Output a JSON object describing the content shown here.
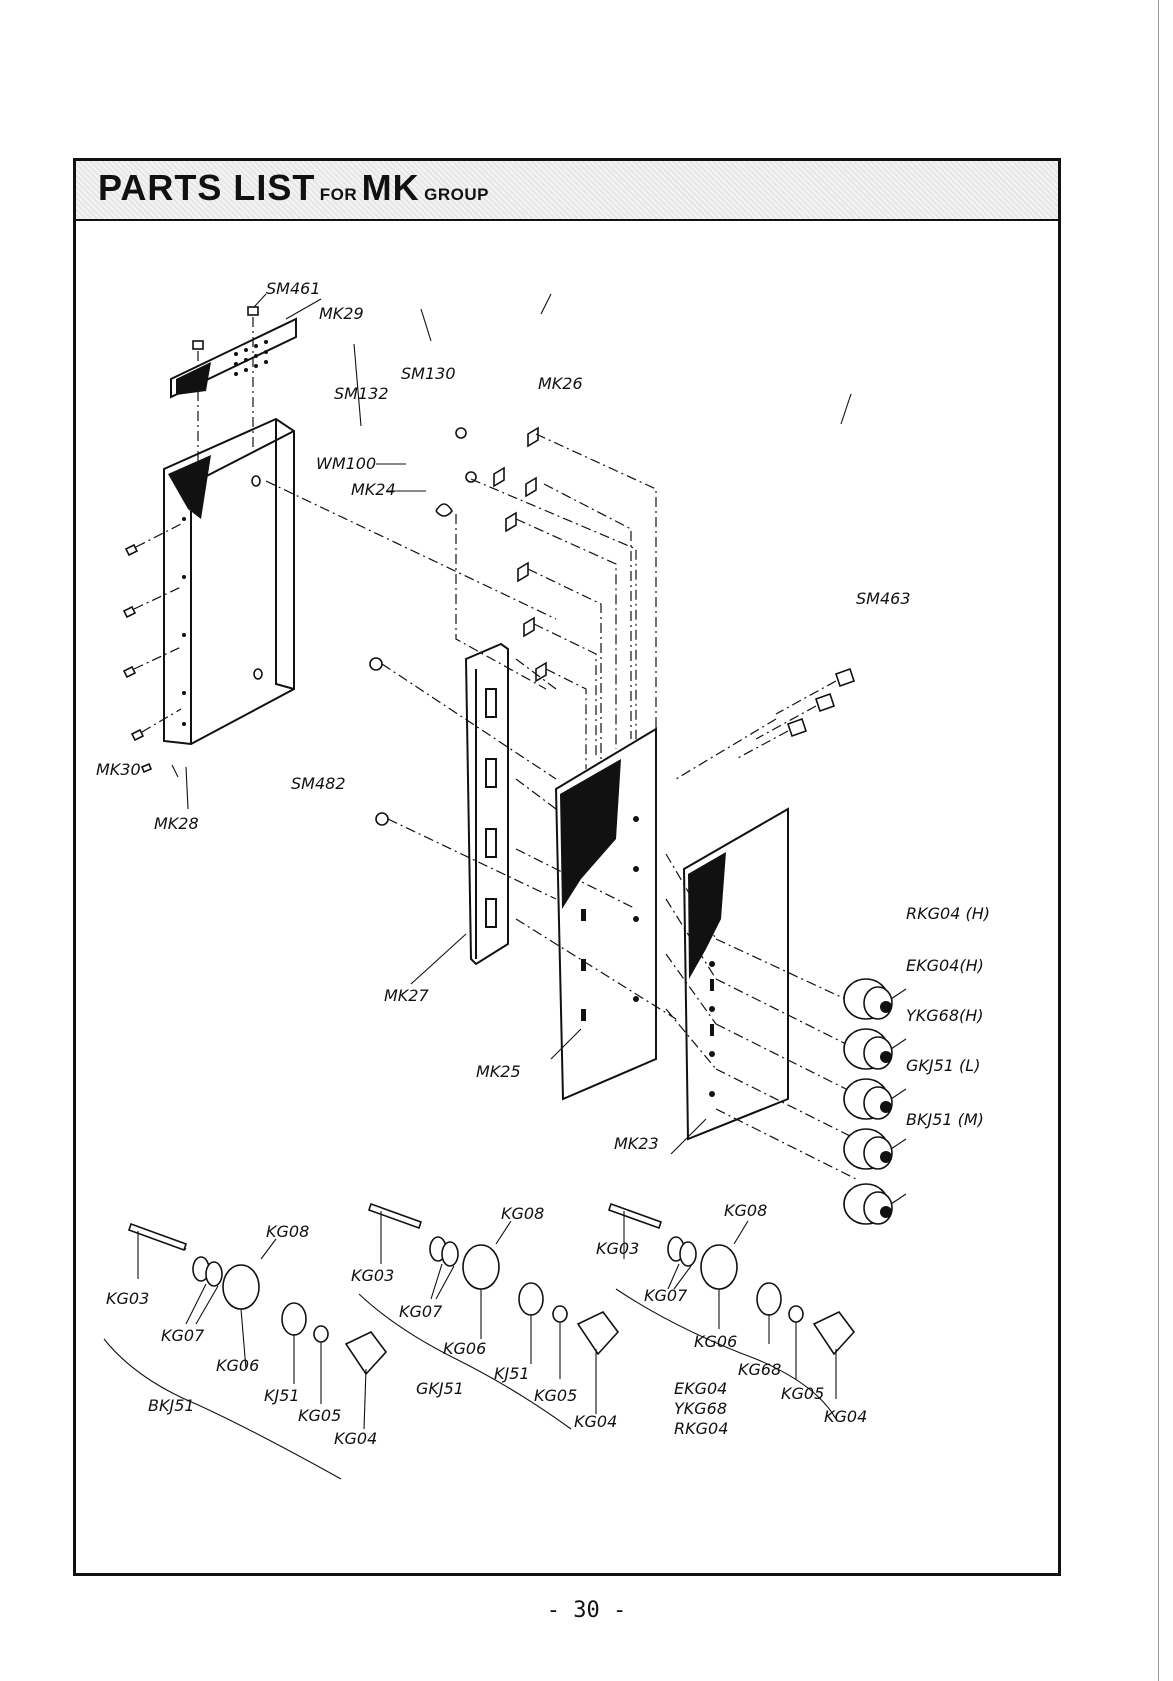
{
  "header": {
    "title_parts": [
      "PARTS LIST",
      "FOR",
      "MK",
      "GROUP"
    ]
  },
  "labels": {
    "sm461": "SM461",
    "mk29": "MK29",
    "sm130": "SM130",
    "sm132": "SM132",
    "mk26": "MK26",
    "wm100": "WM100",
    "mk24": "MK24",
    "sm463": "SM463",
    "mk30": "MK30",
    "mk28": "MK28",
    "sm482": "SM482",
    "mk27": "MK27",
    "mk25": "MK25",
    "mk23": "MK23",
    "rkg04h": "RKG04 (H)",
    "ekg04h": "EKG04(H)",
    "ykg68h": "YKG68(H)",
    "gkj51l": "GKJ51 (L)",
    "bkj51m": "BKJ51 (M)"
  },
  "assemblies": [
    {
      "group": "BKJ51",
      "parts": {
        "kg08": "KG08",
        "kg03": "KG03",
        "kg07": "KG07",
        "kg06": "KG06",
        "knob": "KJ51",
        "kg05": "KG05",
        "kg04": "KG04"
      }
    },
    {
      "group": "GKJ51",
      "parts": {
        "kg08": "KG08",
        "kg03": "KG03",
        "kg07": "KG07",
        "kg06": "KG06",
        "knob": "KJ51",
        "kg05": "KG05",
        "kg04": "KG04"
      }
    },
    {
      "group": "EKG04\nYKG68\nRKG04",
      "group_lines": [
        "EKG04",
        "YKG68",
        "RKG04"
      ],
      "parts": {
        "kg08": "KG08",
        "kg03": "KG03",
        "kg07": "KG07",
        "kg06": "KG06",
        "knob": "KG68",
        "kg05": "KG05",
        "kg04": "KG04"
      }
    }
  ],
  "page": {
    "number": "- 30 -"
  }
}
